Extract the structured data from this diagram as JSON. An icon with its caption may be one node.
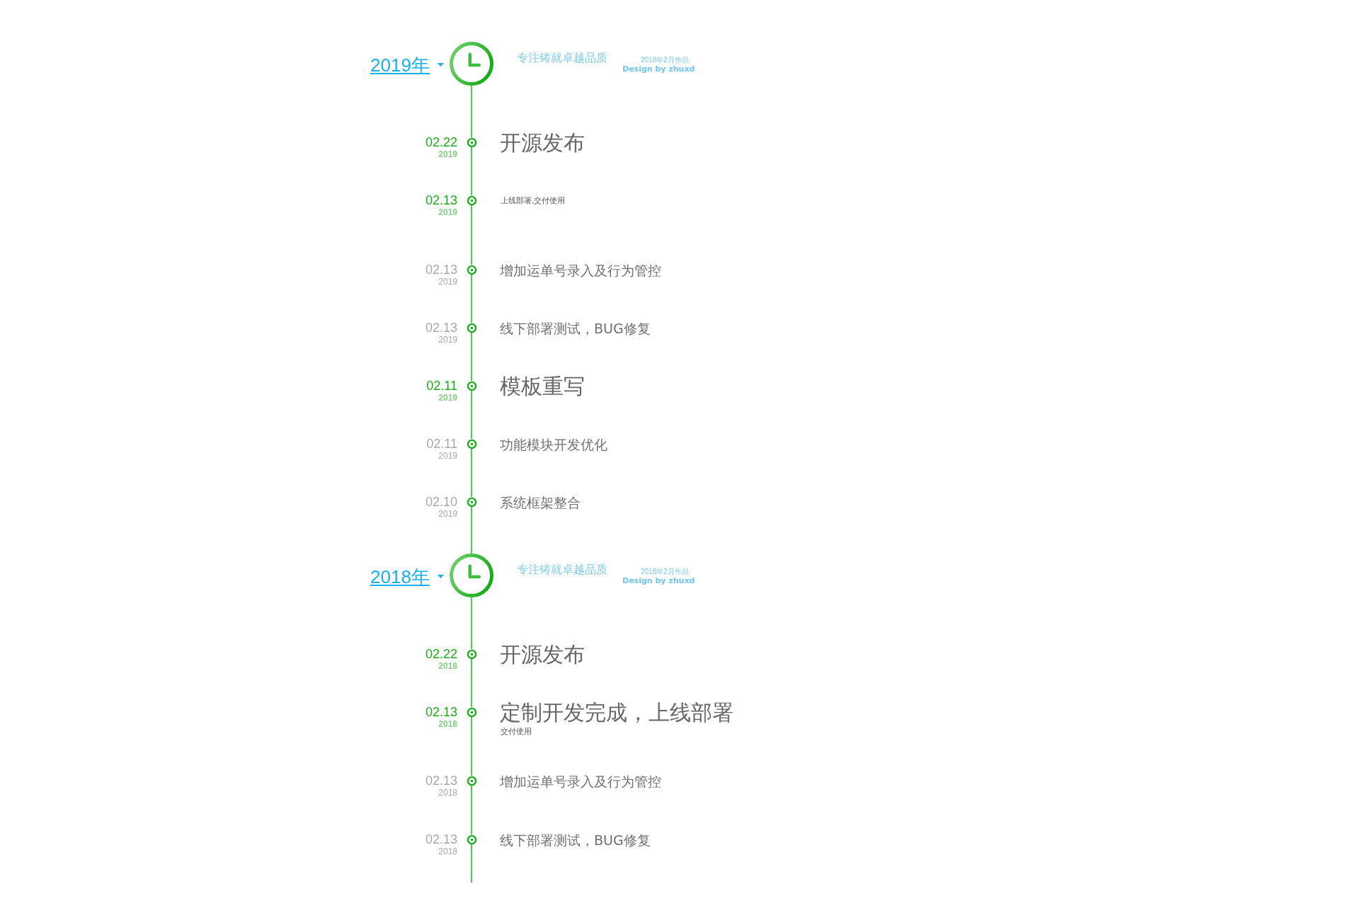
{
  "diagram": {
    "nodes": [
      {
        "text": [],
        "shape": "circle",
        "beside": [
          "2019年",
          "专注铸就卓越品质",
          "2018年2月作品",
          "Design by zhuxd"
        ]
      },
      {
        "text": [],
        "shape": "circle",
        "beside": [
          "02.22",
          "2019",
          "开源发布"
        ]
      },
      {
        "text": [],
        "shape": "circle",
        "beside": [
          "02.13",
          "2019",
          "上线部署,交付使用"
        ]
      },
      {
        "text": [],
        "shape": "circle",
        "beside": [
          "02.13",
          "2019",
          "增加运单号录入及行为管控"
        ]
      },
      {
        "text": [],
        "shape": "circle",
        "beside": [
          "02.13",
          "2019",
          "线下部署测试，BUG修复"
        ]
      },
      {
        "text": [],
        "shape": "circle",
        "beside": [
          "02.11",
          "2019",
          "模板重写"
        ]
      },
      {
        "text": [],
        "shape": "circle",
        "beside": [
          "02.11",
          "2019",
          "功能模块开发优化"
        ]
      },
      {
        "text": [],
        "shape": "circle",
        "beside": [
          "02.10",
          "2019",
          "系统框架整合"
        ]
      },
      {
        "text": [],
        "shape": "circle",
        "beside": [
          "2018年",
          "专注铸就卓越品质",
          "2018年2月作品",
          "Design by zhuxd"
        ]
      },
      {
        "text": [],
        "shape": "circle",
        "beside": [
          "02.22",
          "2018",
          "开源发布"
        ]
      },
      {
        "text": [],
        "shape": "circle",
        "beside": [
          "02.13",
          "2018",
          "定制开发完成，上线部署",
          "交付使用"
        ]
      },
      {
        "text": [],
        "shape": "circle",
        "beside": [
          "02.13",
          "2018",
          "增加运单号录入及行为管控"
        ]
      },
      {
        "text": [],
        "shape": "circle",
        "beside": [
          "02.13",
          "2018",
          "线下部署测试，BUG修复"
        ]
      }
    ],
    "edges": [
      {
        "from": 0,
        "to": 1,
        "arrow": "none"
      },
      {
        "from": 1,
        "to": 2,
        "arrow": "none"
      },
      {
        "from": 2,
        "to": 3,
        "arrow": "none"
      },
      {
        "from": 3,
        "to": 4,
        "arrow": "none"
      },
      {
        "from": 4,
        "to": 5,
        "arrow": "none"
      },
      {
        "from": 5,
        "to": 6,
        "arrow": "none"
      },
      {
        "from": 6,
        "to": 7,
        "arrow": "none"
      },
      {
        "from": 7,
        "to": 8,
        "arrow": "none"
      },
      {
        "from": 8,
        "to": 9,
        "arrow": "none"
      },
      {
        "from": 9,
        "to": 10,
        "arrow": "none"
      },
      {
        "from": 10,
        "to": 11,
        "arrow": "none"
      },
      {
        "from": 11,
        "to": 12,
        "arrow": "none"
      },
      {
        "from": 12,
        "to": null,
        "arrow": "none"
      }
    ]
  }
}
